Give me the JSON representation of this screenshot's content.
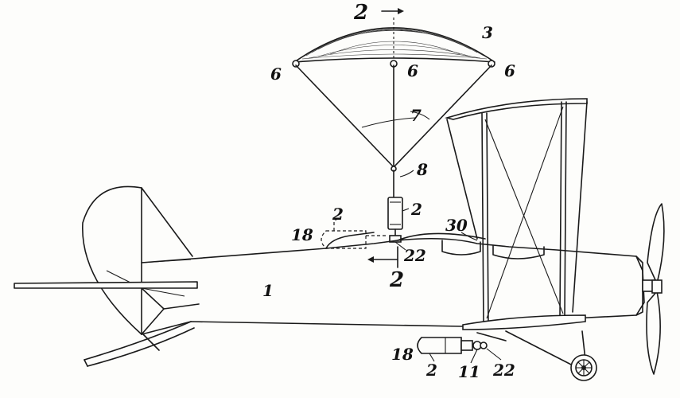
{
  "figure": {
    "background": "#fdfdfb",
    "ink": "#1a1a1a",
    "labels": {
      "section_top": "2",
      "canopy": "3",
      "eye_left": "6",
      "eye_center": "6",
      "eye_right": "6",
      "shrouds": "7",
      "ring": "8",
      "pack_top": "2",
      "pack_dashed": "2",
      "cylinder_top": "18",
      "upper_bracket": "30",
      "release_top": "22",
      "section_bottom": "2",
      "fuselage": "1",
      "cylinder_bottom": "18",
      "pack_bottom": "2",
      "latch": "11",
      "release_bottom": "22"
    }
  }
}
